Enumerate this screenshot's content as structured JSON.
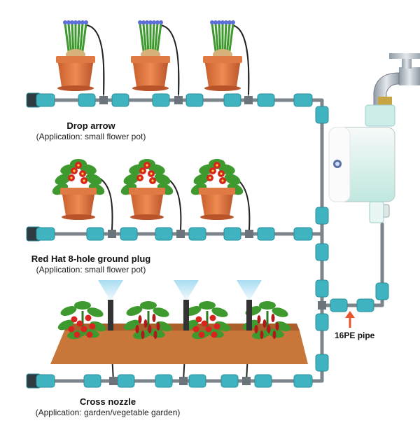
{
  "sections": [
    {
      "title": "Drop arrow",
      "subtitle": "(Application: small flower pot)"
    },
    {
      "title": "Red Hat 8-hole ground plug",
      "subtitle": "(Application: small flower pot)"
    },
    {
      "title": "Cross nozzle",
      "subtitle": "(Application: garden/vegetable garden)"
    }
  ],
  "pipe_label": "16PE pipe",
  "colors": {
    "pipe": "#7d858c",
    "connector": "#3fb3c0",
    "pot": "#e07a45",
    "soil": "#c9763a",
    "leaf": "#3e9a2f",
    "tomato": "#d8241f",
    "timer_body": "#f4f6f6",
    "timer_base": "#c7ece6",
    "arrow": "#e8552b",
    "spray": "#9fd8f0"
  }
}
